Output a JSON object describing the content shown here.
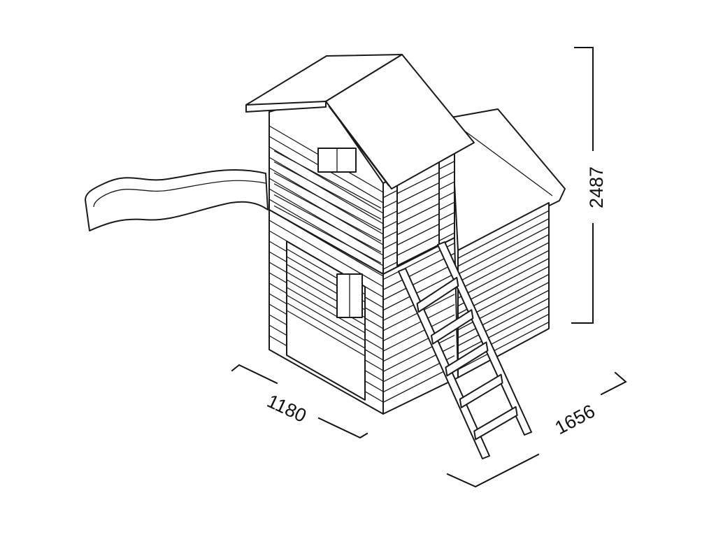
{
  "diagram": {
    "subject": "playhouse-tower-with-slide-and-ladder",
    "dimensions": {
      "width": "1180",
      "depth": "1656",
      "height": "2487"
    },
    "colors": {
      "line": "#1a1a1a",
      "background": "#ffffff"
    }
  }
}
